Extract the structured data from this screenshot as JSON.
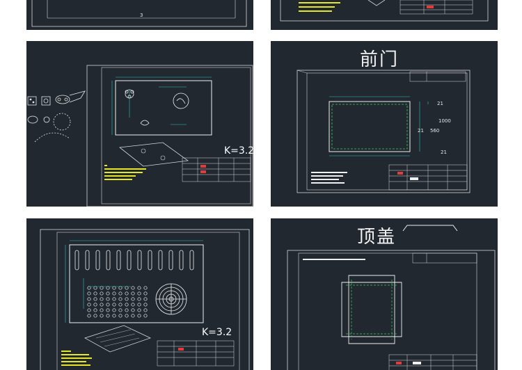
{
  "panels": {
    "top_left": {
      "dim_label": "3"
    },
    "middle_left": {
      "k_factor": "K=3.2"
    },
    "middle_right": {
      "title": "前门",
      "dimensions": {
        "top": "21",
        "right": "1000",
        "left": "21",
        "width": "560",
        "bottom": "21"
      }
    },
    "bottom_left": {
      "k_factor": "K=3.2"
    },
    "bottom_right": {
      "title": "顶盖"
    }
  },
  "colors": {
    "background": "#212830",
    "frame": "#d8d8d8",
    "dimension": "#2ec4c4",
    "outline": "#f0f0f0",
    "dashed": "#3ccc5a",
    "note": "#e6e62a",
    "title_block_red": "#e03c3c"
  }
}
